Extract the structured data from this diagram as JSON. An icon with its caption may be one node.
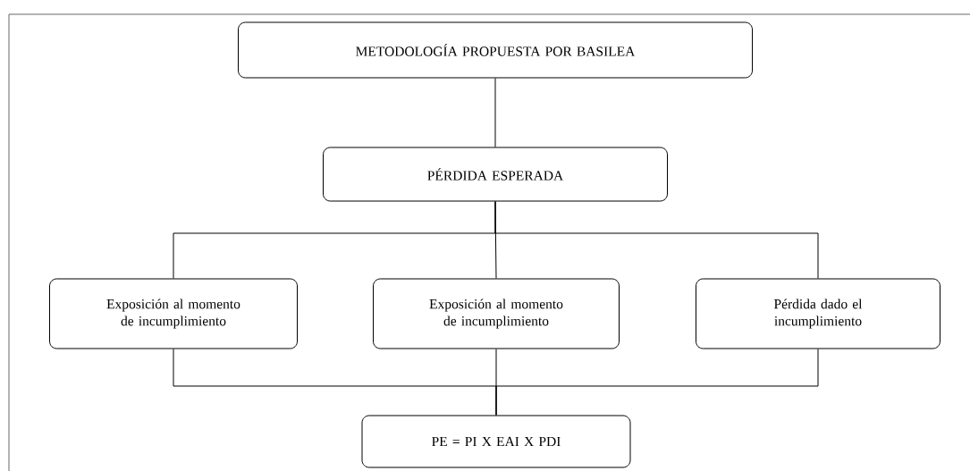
{
  "diagram": {
    "nodes": [
      {
        "text": [
          "METODOLOGÍA PROPUESTA POR BASILEA"
        ]
      },
      {
        "text": [
          "PÉRDIDA ESPERADA"
        ]
      },
      {
        "text": [
          "Exposición al momento de incumplimiento"
        ]
      },
      {
        "text": [
          "Exposición al momento de incumplimiento"
        ]
      },
      {
        "text": [
          "Pérdida dado el incumplimiento"
        ]
      },
      {
        "text": [
          "PE = PI X EAI X PDI"
        ]
      }
    ],
    "edges": [
      {
        "from": 0,
        "to": 1,
        "arrow": "none"
      },
      {
        "from": 1,
        "to": 2,
        "arrow": "none"
      },
      {
        "from": 1,
        "to": 3,
        "arrow": "none"
      },
      {
        "from": 1,
        "to": 4,
        "arrow": "none"
      },
      {
        "from": 2,
        "to": 5,
        "arrow": "none"
      },
      {
        "from": 3,
        "to": 5,
        "arrow": "none"
      },
      {
        "from": 4,
        "to": 5,
        "arrow": "none"
      }
    ]
  }
}
